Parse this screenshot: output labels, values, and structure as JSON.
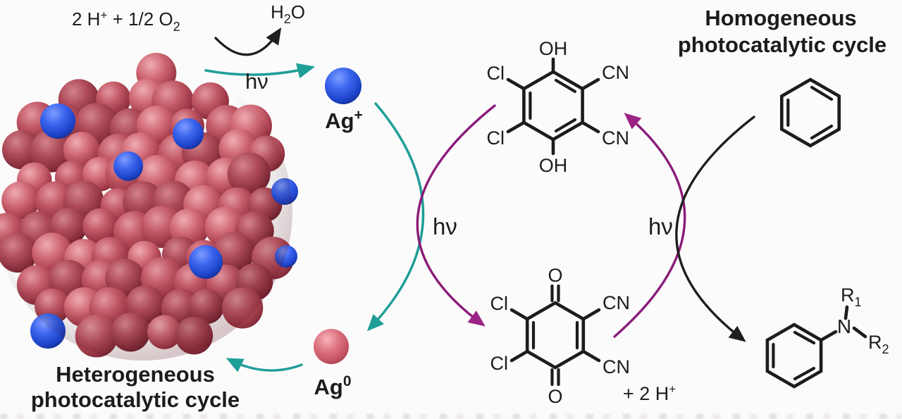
{
  "figure": {
    "description": "Dual photocatalytic cycle diagram"
  },
  "colors": {
    "teal": "#1f9e98",
    "purple": "#8a1c79",
    "black": "#1f1f1f",
    "blue_sphere": "#2a52d8",
    "red_sphere": "#c4515f"
  },
  "heterogeneous_title": {
    "line1": "Heterogeneous",
    "line2": "photocatalytic cycle"
  },
  "homogeneous_title": {
    "line1": "Homogeneous",
    "line2": "photocatalytic cycle"
  },
  "top_reaction": {
    "reactants": "2 H",
    "reactants_sup": "+",
    "reactants_rest": " + 1/2 O",
    "reactants_sub": "2",
    "product_h": "H",
    "product_sub": "2",
    "product_o": "O"
  },
  "photon_label": "hν",
  "silver": {
    "ion": "Ag",
    "ion_sup": "+",
    "metal": "Ag",
    "metal_sup": "0"
  },
  "ddqh2": {
    "oh_top": "OH",
    "cl_top": "Cl",
    "cl_bottom": "Cl",
    "cn_top": "CN",
    "cn_bottom": "CN",
    "oh_bottom": "OH"
  },
  "ddq": {
    "o_top": "O",
    "cl_top": "Cl",
    "cl_bottom": "Cl",
    "cn_top": "CN",
    "cn_bottom": "CN",
    "o_bottom": "O",
    "byproduct": "+ 2 H",
    "byproduct_sup": "+"
  },
  "product": {
    "n": "N",
    "r1": "R",
    "r1_sub": "1",
    "r2": "R",
    "r2_sub": "2"
  }
}
